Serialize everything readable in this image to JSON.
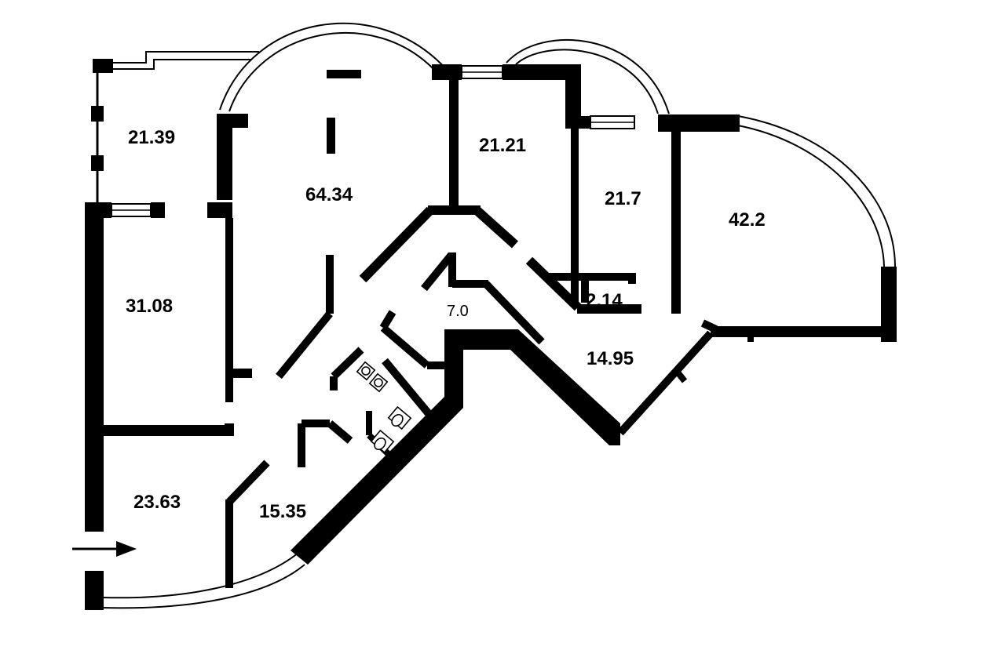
{
  "rooms": [
    {
      "id": "r1",
      "area": "21.39"
    },
    {
      "id": "r2",
      "area": "64.34"
    },
    {
      "id": "r3",
      "area": "21.21"
    },
    {
      "id": "r4",
      "area": "21.7"
    },
    {
      "id": "r5",
      "area": "42.2"
    },
    {
      "id": "r6",
      "area": "31.08"
    },
    {
      "id": "r7",
      "area": "7.0"
    },
    {
      "id": "r8",
      "area": "2.14"
    },
    {
      "id": "r9",
      "area": "14.95"
    },
    {
      "id": "r10",
      "area": "23.63"
    },
    {
      "id": "r11",
      "area": "15.35"
    }
  ],
  "entrance": {
    "icon": "entrance-arrow-icon"
  },
  "colors": {
    "wall": "#000000",
    "background": "#ffffff"
  }
}
